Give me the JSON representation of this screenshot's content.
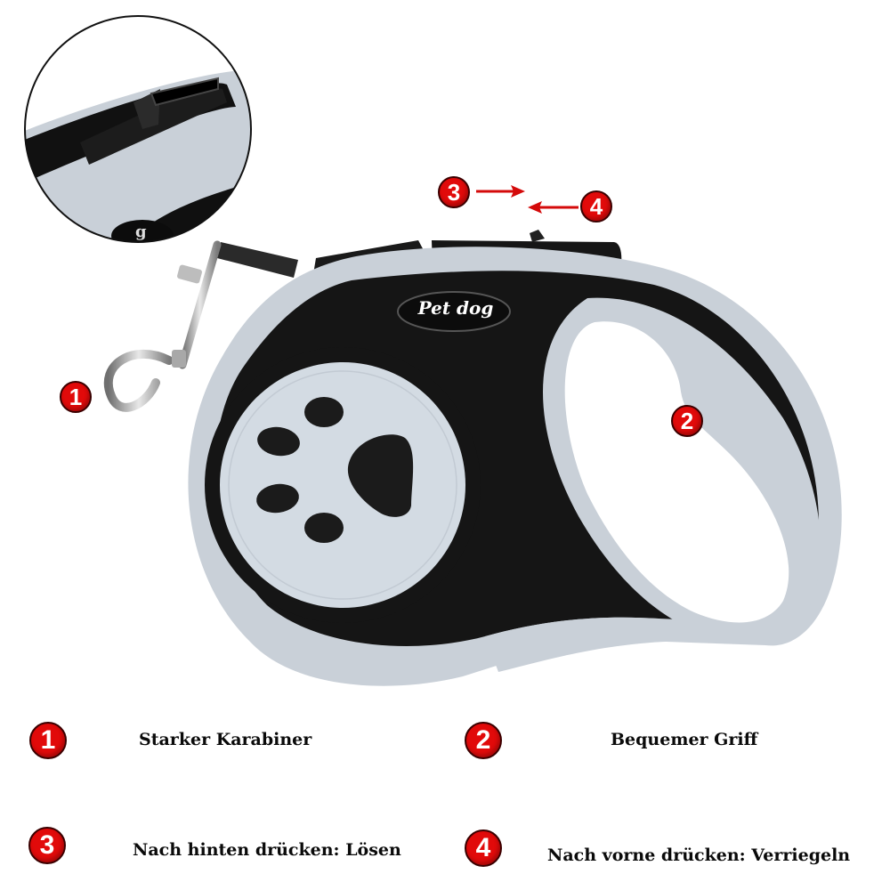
{
  "product": {
    "brand_label": "Pet dog",
    "colors": {
      "body_gray": "#c9d0d8",
      "body_black": "#151515",
      "badge_red": "#e10a0a",
      "text": "#0a0a0a"
    }
  },
  "callouts": [
    {
      "number": "1",
      "feature": "carabiner"
    },
    {
      "number": "2",
      "feature": "handle"
    },
    {
      "number": "3",
      "feature": "button-back-arrow"
    },
    {
      "number": "4",
      "feature": "button-forward-arrow"
    }
  ],
  "inset": {
    "partial_label": "g"
  },
  "legend": [
    {
      "number": "1",
      "text": "Starker Karabiner"
    },
    {
      "number": "2",
      "text": "Bequemer Griff"
    },
    {
      "number": "3",
      "text": "Nach hinten drücken: Lösen"
    },
    {
      "number": "4",
      "text": "Nach vorne drücken: Verriegeln"
    }
  ]
}
